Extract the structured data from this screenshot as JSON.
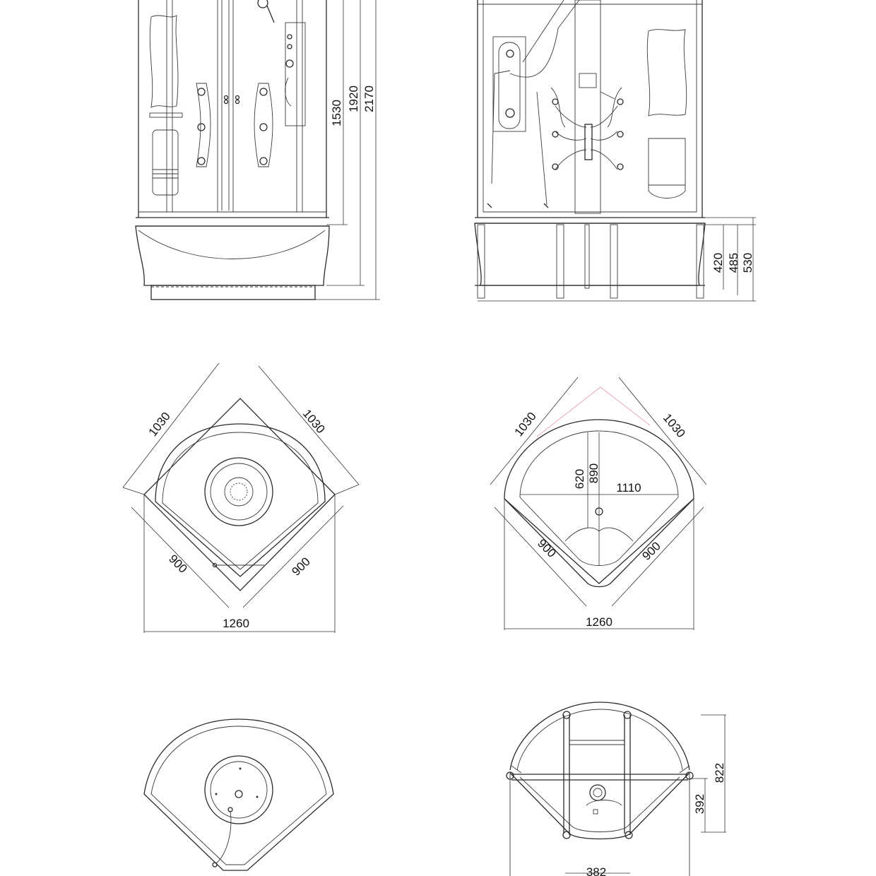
{
  "colors": {
    "line": "#2a2a2a",
    "accent_pink": "#e6a0b0",
    "background": "#ffffff"
  },
  "front_view": {
    "dim_1": "1530",
    "dim_2": "1920",
    "dim_3": "2170"
  },
  "side_view": {
    "dim_1": "420",
    "dim_2": "485",
    "dim_3": "530"
  },
  "plan_top_left": {
    "diag_left": "1030",
    "diag_right": "1030",
    "side_left": "900",
    "side_right": "900",
    "width": "1260"
  },
  "plan_top_right": {
    "diag_left": "1030",
    "diag_right": "1030",
    "side_left": "900",
    "side_right": "900",
    "width": "1260",
    "depth_inner": "620",
    "depth_outer": "890",
    "span": "1110"
  },
  "bottom_right_view": {
    "height_total": "822",
    "height_lower": "392",
    "width": "382"
  }
}
